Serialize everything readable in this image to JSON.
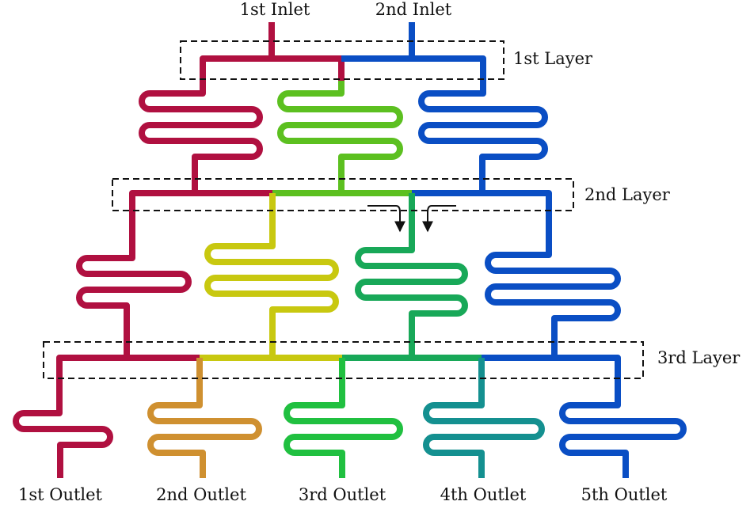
{
  "inlets": [
    "1st Inlet",
    "2nd Inlet"
  ],
  "layers": [
    "1st Layer",
    "2nd Layer",
    "3rd Layer"
  ],
  "outlets": [
    "1st Outlet",
    "2nd Outlet",
    "3rd Outlet",
    "4th Outlet",
    "5th Outlet"
  ],
  "colors": {
    "red": "#b01040",
    "blue": "#0a4ec4",
    "green1": "#5cc020",
    "yellow": "#c8c810",
    "green2": "#18a858",
    "orange": "#cf9030",
    "green3": "#20c040",
    "teal": "#149090",
    "outline": "#111111"
  }
}
